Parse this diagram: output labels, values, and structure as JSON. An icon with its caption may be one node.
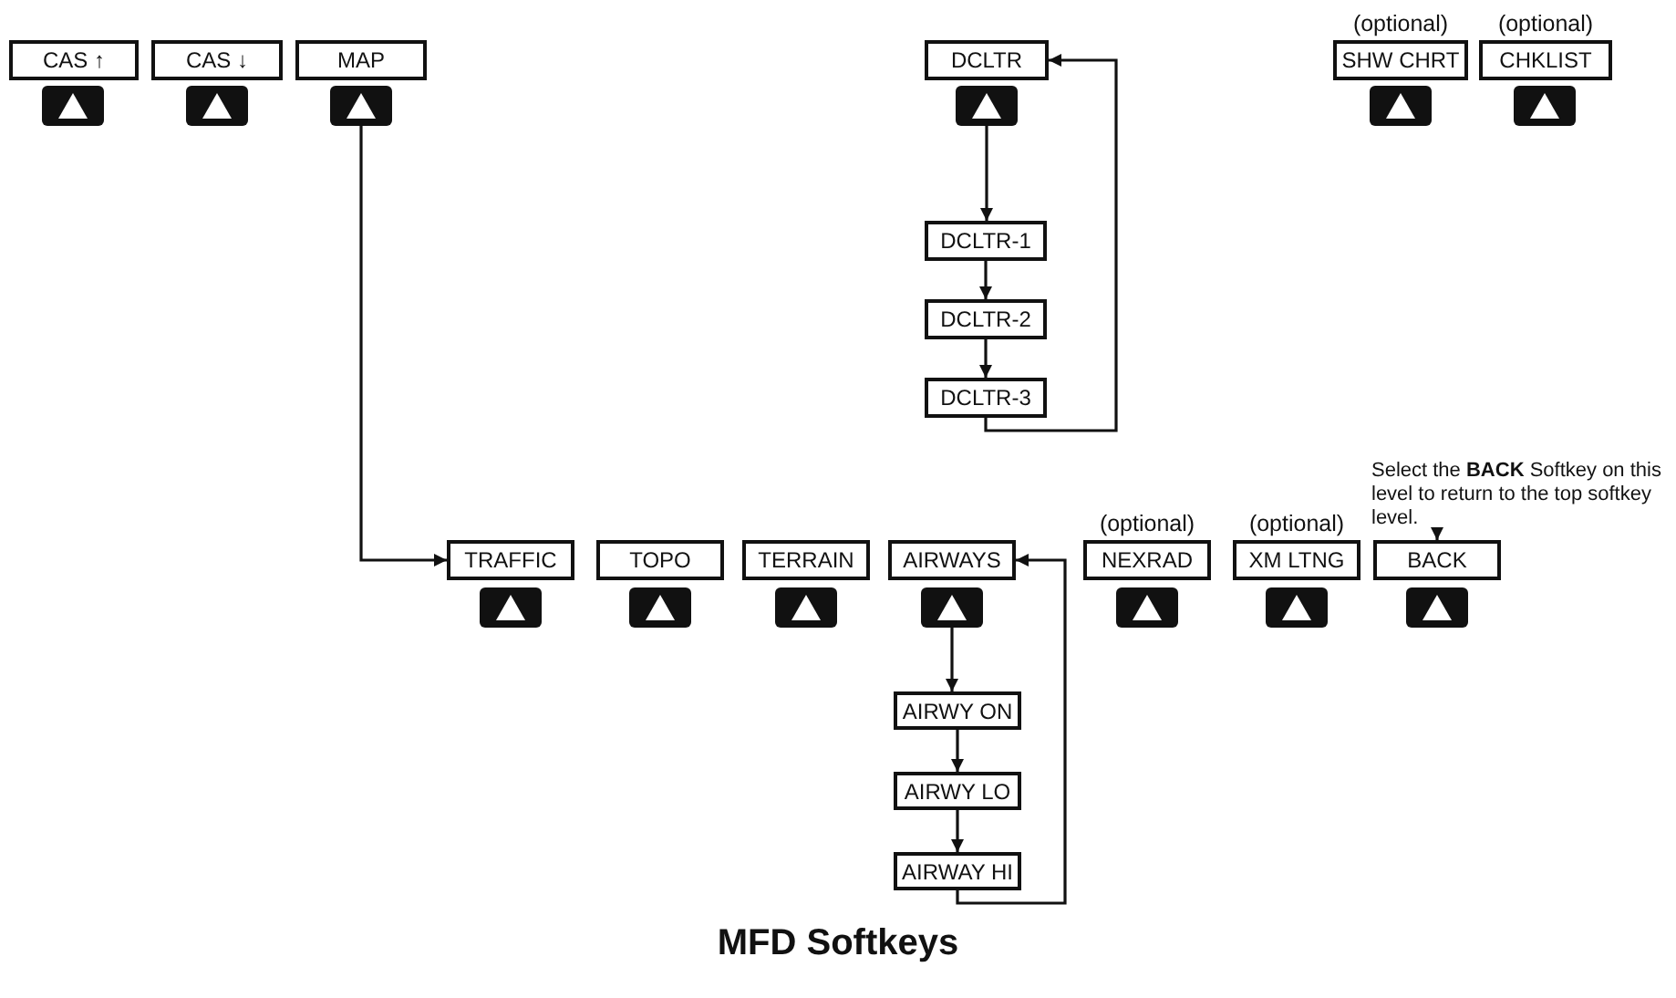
{
  "diagram": {
    "title": "MFD Softkeys",
    "nodes": [
      {
        "text": [
          "CAS ↑"
        ]
      },
      {
        "text": [],
        "shape": "button"
      },
      {
        "text": [
          "CAS ↓"
        ]
      },
      {
        "text": [],
        "shape": "button"
      },
      {
        "text": [
          "MAP"
        ]
      },
      {
        "text": [],
        "shape": "button"
      },
      {
        "text": [
          "DCLTR"
        ]
      },
      {
        "text": [],
        "shape": "button"
      },
      {
        "text": [
          "DCLTR-1"
        ]
      },
      {
        "text": [
          "DCLTR-2"
        ]
      },
      {
        "text": [
          "DCLTR-3"
        ]
      },
      {
        "text": [
          "SHW CHRT"
        ],
        "beside": [
          "(optional)"
        ]
      },
      {
        "text": [],
        "shape": "button"
      },
      {
        "text": [
          "CHKLIST"
        ],
        "beside": [
          "(optional)"
        ]
      },
      {
        "text": [],
        "shape": "button"
      },
      {
        "text": [
          "Select the **BACK** Softkey on this level to return to the top softkey level."
        ]
      },
      {
        "text": [
          "TRAFFIC"
        ]
      },
      {
        "text": [],
        "shape": "button"
      },
      {
        "text": [
          "TOPO"
        ]
      },
      {
        "text": [],
        "shape": "button"
      },
      {
        "text": [
          "TERRAIN"
        ]
      },
      {
        "text": [],
        "shape": "button"
      },
      {
        "text": [
          "AIRWAYS"
        ]
      },
      {
        "text": [],
        "shape": "button"
      },
      {
        "text": [
          "AIRWY ON"
        ]
      },
      {
        "text": [
          "AIRWY LO"
        ]
      },
      {
        "text": [
          "AIRWAY HI"
        ]
      },
      {
        "text": [
          "NEXRAD"
        ],
        "beside": [
          "(optional)"
        ]
      },
      {
        "text": [],
        "shape": "button"
      },
      {
        "text": [
          "XM LTNG"
        ],
        "beside": [
          "(optional)"
        ]
      },
      {
        "text": [],
        "shape": "button"
      },
      {
        "text": [
          "BACK"
        ]
      },
      {
        "text": [],
        "shape": "button"
      }
    ],
    "edges": [
      {
        "from": 5,
        "to": 16,
        "arrow": "to"
      },
      {
        "from": 7,
        "to": 8,
        "arrow": "to"
      },
      {
        "from": 8,
        "to": 9,
        "arrow": "to"
      },
      {
        "from": 9,
        "to": 10,
        "arrow": "to"
      },
      {
        "from": 10,
        "to": 6,
        "arrow": "to"
      },
      {
        "from": 23,
        "to": 24,
        "arrow": "to"
      },
      {
        "from": 24,
        "to": 25,
        "arrow": "to"
      },
      {
        "from": 25,
        "to": 26,
        "arrow": "to"
      },
      {
        "from": 26,
        "to": 22,
        "arrow": "to"
      },
      {
        "from": 15,
        "to": 31,
        "arrow": "to"
      }
    ]
  }
}
